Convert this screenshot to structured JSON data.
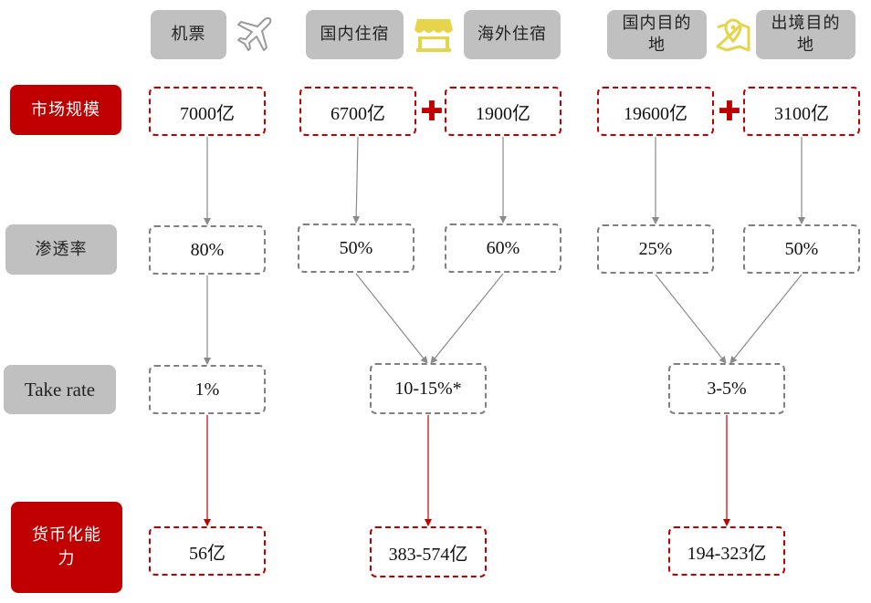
{
  "headers": {
    "flights": "机票",
    "domestic_lodging": "国内住宿",
    "overseas_lodging": "海外住宿",
    "domestic_destination": "国内目的地",
    "outbound_destination": "出境目的地"
  },
  "row_labels": {
    "market_size": "市场规模",
    "penetration": "渗透率",
    "take_rate": "Take rate",
    "monetization": "货币化能力"
  },
  "market_size": {
    "flights": "7000亿",
    "domestic_lodging": "6700亿",
    "overseas_lodging": "1900亿",
    "domestic_destination": "19600亿",
    "outbound_destination": "3100亿"
  },
  "penetration": {
    "flights": "80%",
    "domestic_lodging": "50%",
    "overseas_lodging": "60%",
    "domestic_destination": "25%",
    "outbound_destination": "50%"
  },
  "take_rate": {
    "flights": "1%",
    "lodging": "10-15%*",
    "destination": "3-5%"
  },
  "monetization": {
    "flights": "56亿",
    "lodging": "383-574亿",
    "destination": "194-323亿"
  },
  "plus_sign": "✚",
  "icons": {
    "flights": "airplane-icon",
    "lodging": "shop-icon",
    "destination": "map-pin-icon"
  },
  "colors": {
    "accent_red": "#c00000",
    "header_grey": "#c0c0c0",
    "icon_yellow": "#e6d44a",
    "arrow_grey": "#8a8a8a"
  }
}
